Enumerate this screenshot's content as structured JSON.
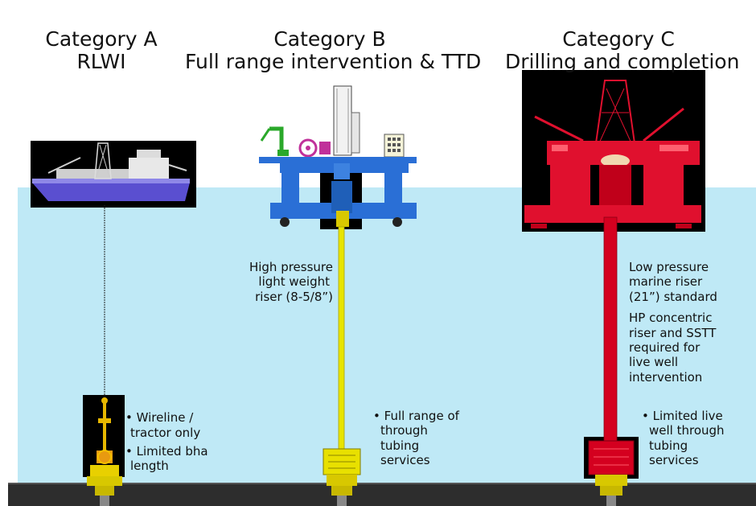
{
  "categories": [
    {
      "heading": "Category A",
      "subheading": "RLWI"
    },
    {
      "heading": "Category B",
      "subheading": "Full range intervention & TTD"
    },
    {
      "heading": "Category C",
      "subheading": "Drilling and completion"
    }
  ],
  "cat_a": {
    "bullets": [
      "Wireline /",
      "tractor only",
      "Limited bha",
      "length"
    ]
  },
  "cat_b": {
    "riser_lines": [
      "High pressure",
      "light weight",
      "riser (8-5/8”)"
    ],
    "bullet_lines": [
      "Full range of",
      "through",
      "tubing",
      "services"
    ]
  },
  "cat_c": {
    "riser_lines": [
      "Low pressure",
      "marine riser",
      "(21”) standard",
      "HP concentric",
      "riser and SSTT",
      "required for",
      "live well",
      "intervention"
    ],
    "bullet_lines": [
      "Limited live",
      "well through",
      "tubing",
      "services"
    ]
  },
  "colors": {
    "sea": "#bfe9f6",
    "riser_b": "#e8e400",
    "riser_c": "#d4001f",
    "vessel_hull": "#5a4fd0",
    "platform_b": "#2a6fd6",
    "rig_c": "#e0102e"
  }
}
